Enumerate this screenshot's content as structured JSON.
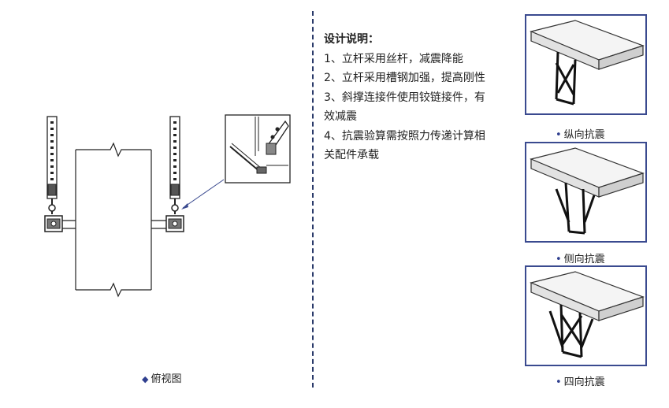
{
  "notes": {
    "title": "设计说明：",
    "lines": [
      "1、立杆采用丝杆，减震降能",
      "2、立杆采用槽钢加强，提高刚性",
      "3、斜撑连接件使用铰链接件，有",
      "效减震",
      "4、抗震验算需按照力传递计算相",
      "关配件承载"
    ]
  },
  "views": {
    "top_view_caption": "俯视图",
    "panel_captions": [
      "纵向抗震",
      "侧向抗震",
      "四向抗震"
    ]
  },
  "colors": {
    "accent": "#3a4a8f",
    "divider": "#2a3a6a"
  }
}
